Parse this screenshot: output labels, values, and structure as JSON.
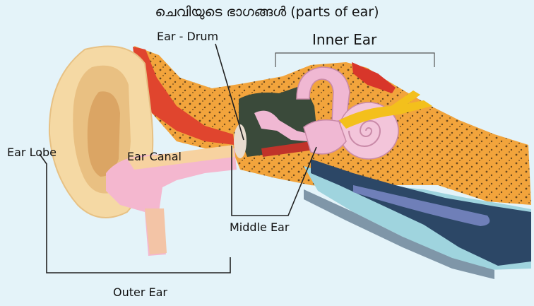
{
  "title": "ചെവിയുടെ ഭാഗങ്ങൾ  (parts of ear)",
  "labels": {
    "ear_drum": "Ear - Drum",
    "inner_ear": "Inner Ear",
    "ear_lobe": "Ear Lobe",
    "ear_canal": "Ear Canal",
    "middle_ear": "Middle Ear",
    "outer_ear": "Outer Ear"
  },
  "colors": {
    "background": "#e4f3f9",
    "skin": "#f5d9a4",
    "canal_pink": "#f4b7cf",
    "bone_orange": "#f2a43c",
    "muscle_red": "#e0452e",
    "middle_ear_dark": "#3a4a3a",
    "nerve_yellow": "#f3c01c",
    "fluid_blue": "#9fd4de",
    "deep_navy": "#2c4766",
    "line": "#222222"
  }
}
